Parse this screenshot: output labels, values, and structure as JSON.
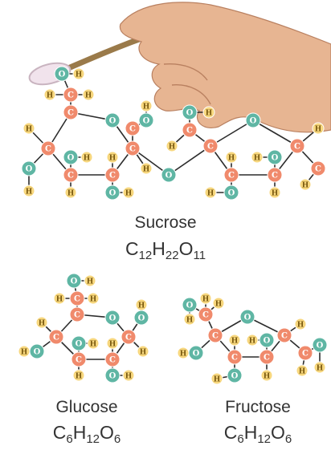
{
  "colors": {
    "carbon": "#f08a6c",
    "oxygen": "#5fb6a4",
    "hydrogen": "#f7d77e",
    "bond": "#2c2c2c",
    "text": "#333333",
    "skin": "#e7b592",
    "spoon": "#9a7a4a"
  },
  "atom_symbols": {
    "carbon": "C",
    "oxygen": "O",
    "hydrogen": "H"
  },
  "molecules": {
    "sucrose": {
      "name": "Sucrose",
      "formula": {
        "c_count": "12",
        "h_count": "22",
        "o_count": "11"
      }
    },
    "glucose": {
      "name": "Glucose",
      "formula": {
        "c_count": "6",
        "h_count": "12",
        "o_count": "6"
      }
    },
    "fructose": {
      "name": "Fructose",
      "formula": {
        "c_count": "6",
        "h_count": "12",
        "o_count": "6"
      }
    }
  },
  "illustration": {
    "hand": "hand-holding-spoon",
    "spoon_contents": "sugar"
  }
}
